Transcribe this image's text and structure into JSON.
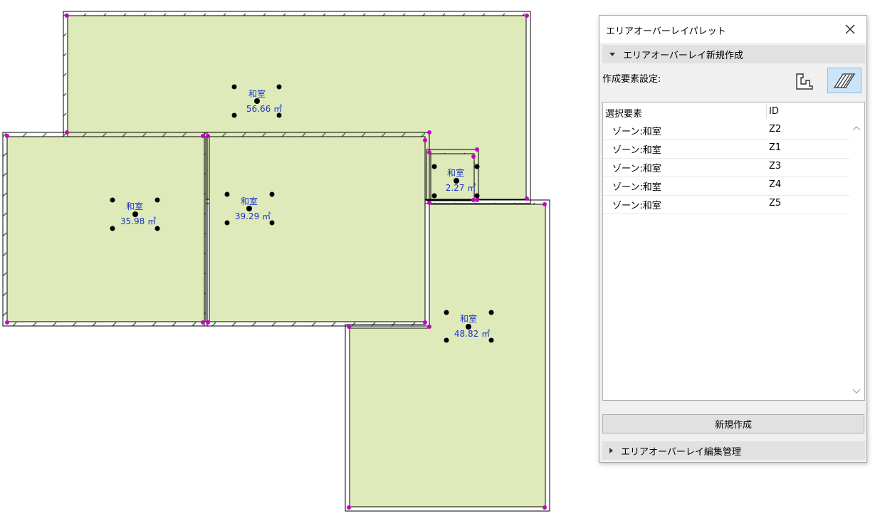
{
  "plan": {
    "colors": {
      "room_fill": "#dfeabb",
      "wall_hatch": "#2d7a2d",
      "vertex": "#c800c8",
      "label": "#1a32c8",
      "hotspot": "#000000"
    },
    "rooms": [
      {
        "name": "和室",
        "area": "56.66 ㎡"
      },
      {
        "name": "和室",
        "area": "35.98 ㎡"
      },
      {
        "name": "和室",
        "area": "39.29 ㎡"
      },
      {
        "name": "和室",
        "area": "2.27 ㎡"
      },
      {
        "name": "和室",
        "area": "48.82 ㎡"
      }
    ]
  },
  "palette": {
    "title": "エリアオーバーレイパレット",
    "close_icon": "close-icon",
    "section_new": "エリアオーバーレイ新規作成",
    "settings_label": "作成要素設定:",
    "tool_icons": [
      "zone-outline-icon",
      "hatch-fill-icon"
    ],
    "list": {
      "columns": [
        "選択要素",
        "ID"
      ],
      "rows": [
        {
          "name": "ゾーン:和室",
          "id": "Z2"
        },
        {
          "name": "ゾーン:和室",
          "id": "Z1"
        },
        {
          "name": "ゾーン:和室",
          "id": "Z3"
        },
        {
          "name": "ゾーン:和室",
          "id": "Z4"
        },
        {
          "name": "ゾーン:和室",
          "id": "Z5"
        }
      ]
    },
    "create_button": "新規作成",
    "section_edit": "エリアオーバーレイ編集管理"
  }
}
